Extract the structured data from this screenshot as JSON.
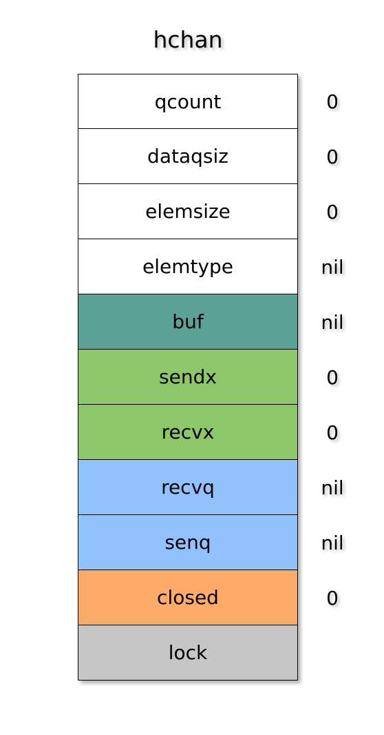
{
  "diagram": {
    "title": "hchan",
    "fields": [
      {
        "label": "qcount",
        "value": "0",
        "color": "#ffffff"
      },
      {
        "label": "dataqsiz",
        "value": "0",
        "color": "#ffffff"
      },
      {
        "label": "elemsize",
        "value": "0",
        "color": "#ffffff"
      },
      {
        "label": "elemtype",
        "value": "nil",
        "color": "#ffffff"
      },
      {
        "label": "buf",
        "value": "nil",
        "color": "#5ca195"
      },
      {
        "label": "sendx",
        "value": "0",
        "color": "#8ec76a"
      },
      {
        "label": "recvx",
        "value": "0",
        "color": "#8ec76a"
      },
      {
        "label": "recvq",
        "value": "nil",
        "color": "#91c2fe"
      },
      {
        "label": "senq",
        "value": "nil",
        "color": "#91c2fe"
      },
      {
        "label": "closed",
        "value": "0",
        "color": "#fdab69"
      },
      {
        "label": "lock",
        "value": "",
        "color": "#c6c6c6"
      }
    ]
  }
}
